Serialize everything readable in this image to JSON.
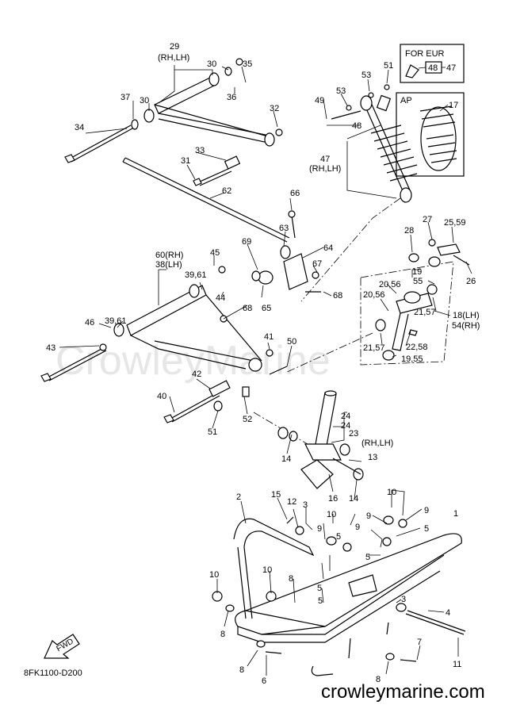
{
  "diagram_code": "8FK1100-D200",
  "website": "crowleymarine.com",
  "watermark": "CrowleyMarine",
  "fwd_label": "FWD",
  "boxes": {
    "for_eur": {
      "title": "FOR EUR",
      "part": "48",
      "ref": "47"
    },
    "ap": {
      "title": "AP",
      "part": "17"
    }
  },
  "callouts": {
    "c29": "29",
    "c29b": "(RH,LH)",
    "c30a": "30",
    "c30b": "30",
    "c35": "35",
    "c36": "36",
    "c37": "37",
    "c32": "32",
    "c34": "34",
    "c33": "33",
    "c31": "31",
    "c62": "62",
    "c66": "66",
    "c63": "63",
    "c64": "64",
    "c67": "67",
    "c69": "69",
    "c65": "65",
    "c68a": "68",
    "c68b": "68",
    "c60": "60(RH)",
    "c38": "38(LH)",
    "c45": "45",
    "c3961a": "39,61",
    "c44": "44",
    "c46": "46",
    "c3961b": "39,61",
    "c43": "43",
    "c41": "41",
    "c50": "50",
    "c42": "42",
    "c40": "40",
    "c51a": "51",
    "c52": "52",
    "c49": "49",
    "c53a": "53",
    "c53b": "53",
    "c51b": "51",
    "c48": "48",
    "c47": "47",
    "c47b": "(RH,LH)",
    "c27": "27",
    "c2559": "25,59",
    "c28": "28",
    "c19": "19",
    "c26": "26",
    "c2056a": "20,56",
    "c55": "55",
    "c2056b": "20,56",
    "c18": "18(LH)",
    "c54": "54(RH)",
    "c2157a": "21,57",
    "c2157b": "21,57",
    "c2258": "22,58",
    "c1955": "19,55",
    "c24a": "24",
    "c24b": "24",
    "c23": "23",
    "c23b": "(RH,LH)",
    "c13": "13",
    "c14a": "14",
    "c14b": "14",
    "c16": "16",
    "c2": "2",
    "c15": "15",
    "c12": "12",
    "c3a": "3",
    "c10a": "10",
    "c9a": "9",
    "c5a": "5",
    "c9b": "9",
    "c9c": "9",
    "c5b": "5",
    "c10b": "10",
    "c9d": "9",
    "c5c": "5",
    "c1": "1",
    "c5d": "5",
    "c10c": "10",
    "c8a": "8",
    "c10d": "10",
    "c8b": "8",
    "c5e": "5",
    "c3b": "3",
    "c4": "4",
    "c11": "11",
    "c7": "7",
    "c8c": "8",
    "c6": "6",
    "c8d": "8"
  }
}
